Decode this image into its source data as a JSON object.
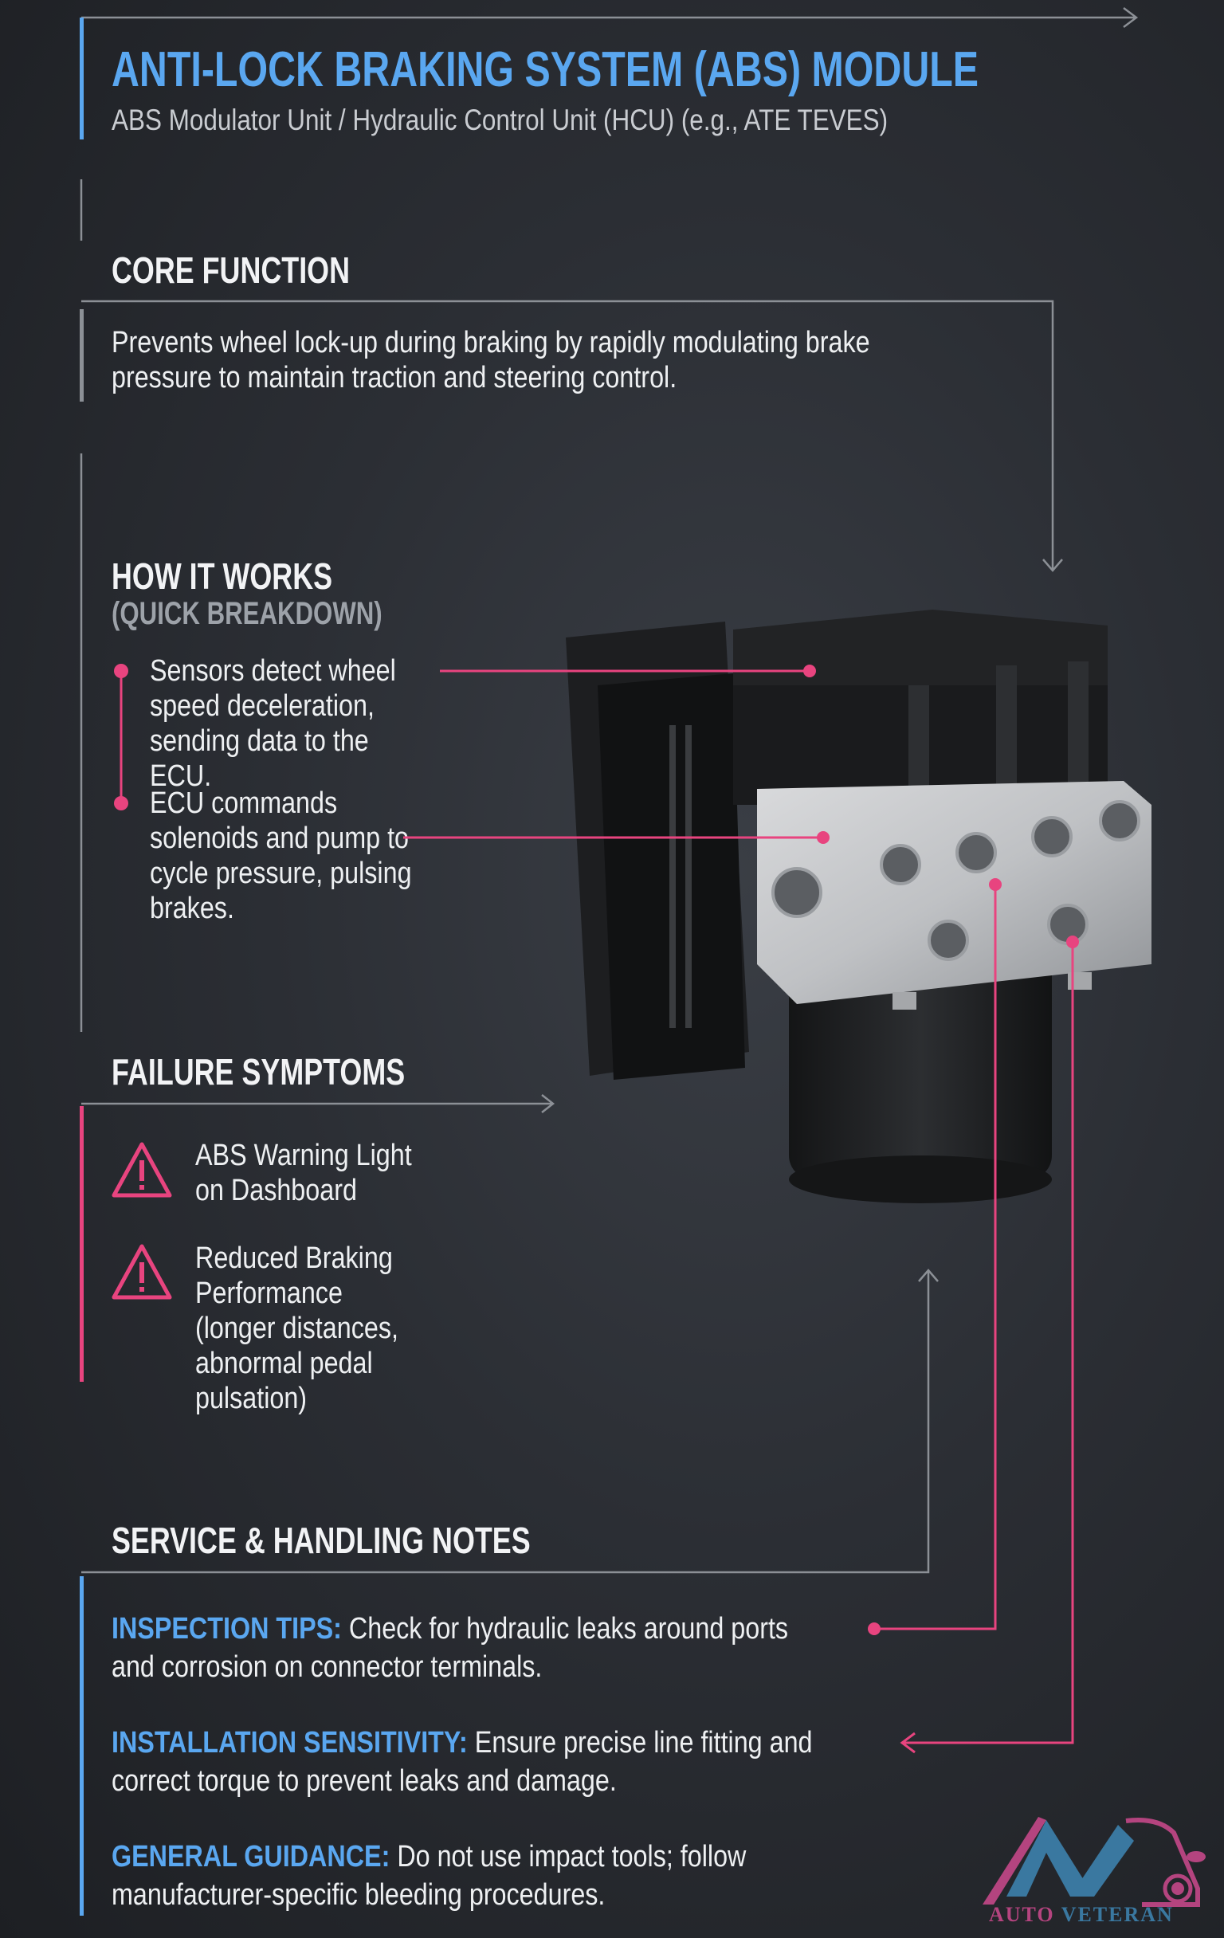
{
  "header": {
    "title": "ANTI-LOCK BRAKING SYSTEM (ABS) MODULE",
    "subtitle": "ABS Modulator Unit / Hydraulic Control Unit (HCU) (e.g., ATE TEVES)"
  },
  "core_function": {
    "heading": "CORE FUNCTION",
    "text": "Prevents wheel lock-up during braking by rapidly modulating brake pressure to maintain traction and steering control."
  },
  "how_it_works": {
    "heading": "HOW IT WORKS",
    "subheading": "(QUICK BREAKDOWN)",
    "steps": [
      "Sensors detect wheel speed deceleration, sending data to the ECU.",
      "ECU commands solenoids and pump to cycle pressure, pulsing brakes."
    ]
  },
  "failure_symptoms": {
    "heading": "FAILURE SYMPTOMS",
    "icon": "warning-triangle-icon",
    "items": [
      "ABS Warning Light on Dashboard",
      "Reduced Braking Performance (longer distances, abnormal pedal pulsation)"
    ]
  },
  "service": {
    "heading": "SERVICE & HANDLING NOTES",
    "notes": [
      {
        "label": "INSPECTION TIPS:",
        "text": " Check for hydraulic leaks around ports and corrosion on connector terminals."
      },
      {
        "label": "INSTALLATION SENSITIVITY:",
        "text": " Ensure precise line fitting and correct torque to prevent leaks and damage."
      },
      {
        "label": "GENERAL GUIDANCE:",
        "text": " Do not use impact tools; follow manufacturer-specific bleeding procedures."
      }
    ]
  },
  "logo": {
    "text_left": "AUTO",
    "text_right": "VETERAN"
  },
  "colors": {
    "accent_blue": "#5aa7f0",
    "accent_pink": "#e8447f",
    "line_grey": "#8c9096"
  }
}
